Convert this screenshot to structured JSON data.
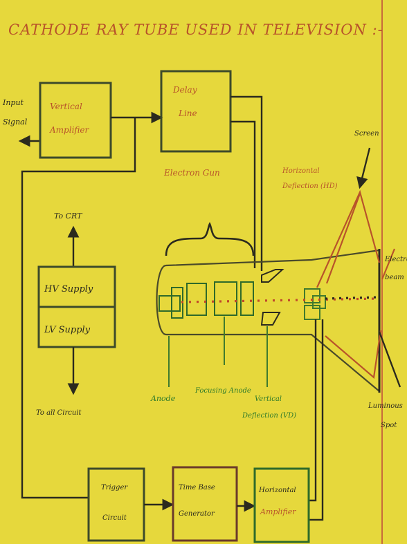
{
  "title": "CATHODE RAY TUBE USED IN TELEVISION :-",
  "labels": {
    "input_signal_1": "Input",
    "input_signal_2": "Signal",
    "vertical_amp_1": "Vertical",
    "vertical_amp_2": "Amplifier",
    "delay_line_1": "Delay",
    "delay_line_2": "Line",
    "electron_gun": "Electron Gun",
    "to_crt": "To CRT",
    "hv_supply": "HV Supply",
    "lv_supply": "LV Supply",
    "to_all_circuit": "To all Circuit",
    "horizontal_deflection_1": "Horizontal",
    "horizontal_deflection_2": "Deflection (HD)",
    "screen": "Screen",
    "electron_beam_1": "Electron",
    "electron_beam_2": "beam",
    "anode": "Anode",
    "focusing_anode": "Focusing Anode",
    "vertical_deflection_1": "Vertical",
    "vertical_deflection_2": "Deflection (VD)",
    "luminous_spot_1": "Luminous",
    "luminous_spot_2": "Spot",
    "trigger_circuit_1": "Trigger",
    "trigger_circuit_2": "Circuit",
    "time_base_1": "Time Base",
    "time_base_2": "Generator",
    "horizontal_amp_1": "Horizontal",
    "horizontal_amp_2": "Amplifier"
  },
  "colors": {
    "paper": "#e6d83c",
    "ink_red": "#b8532a",
    "ink_green": "#2e7a2a",
    "ink_dark": "#2b2a1e",
    "box_border": "#3d4a2a"
  }
}
